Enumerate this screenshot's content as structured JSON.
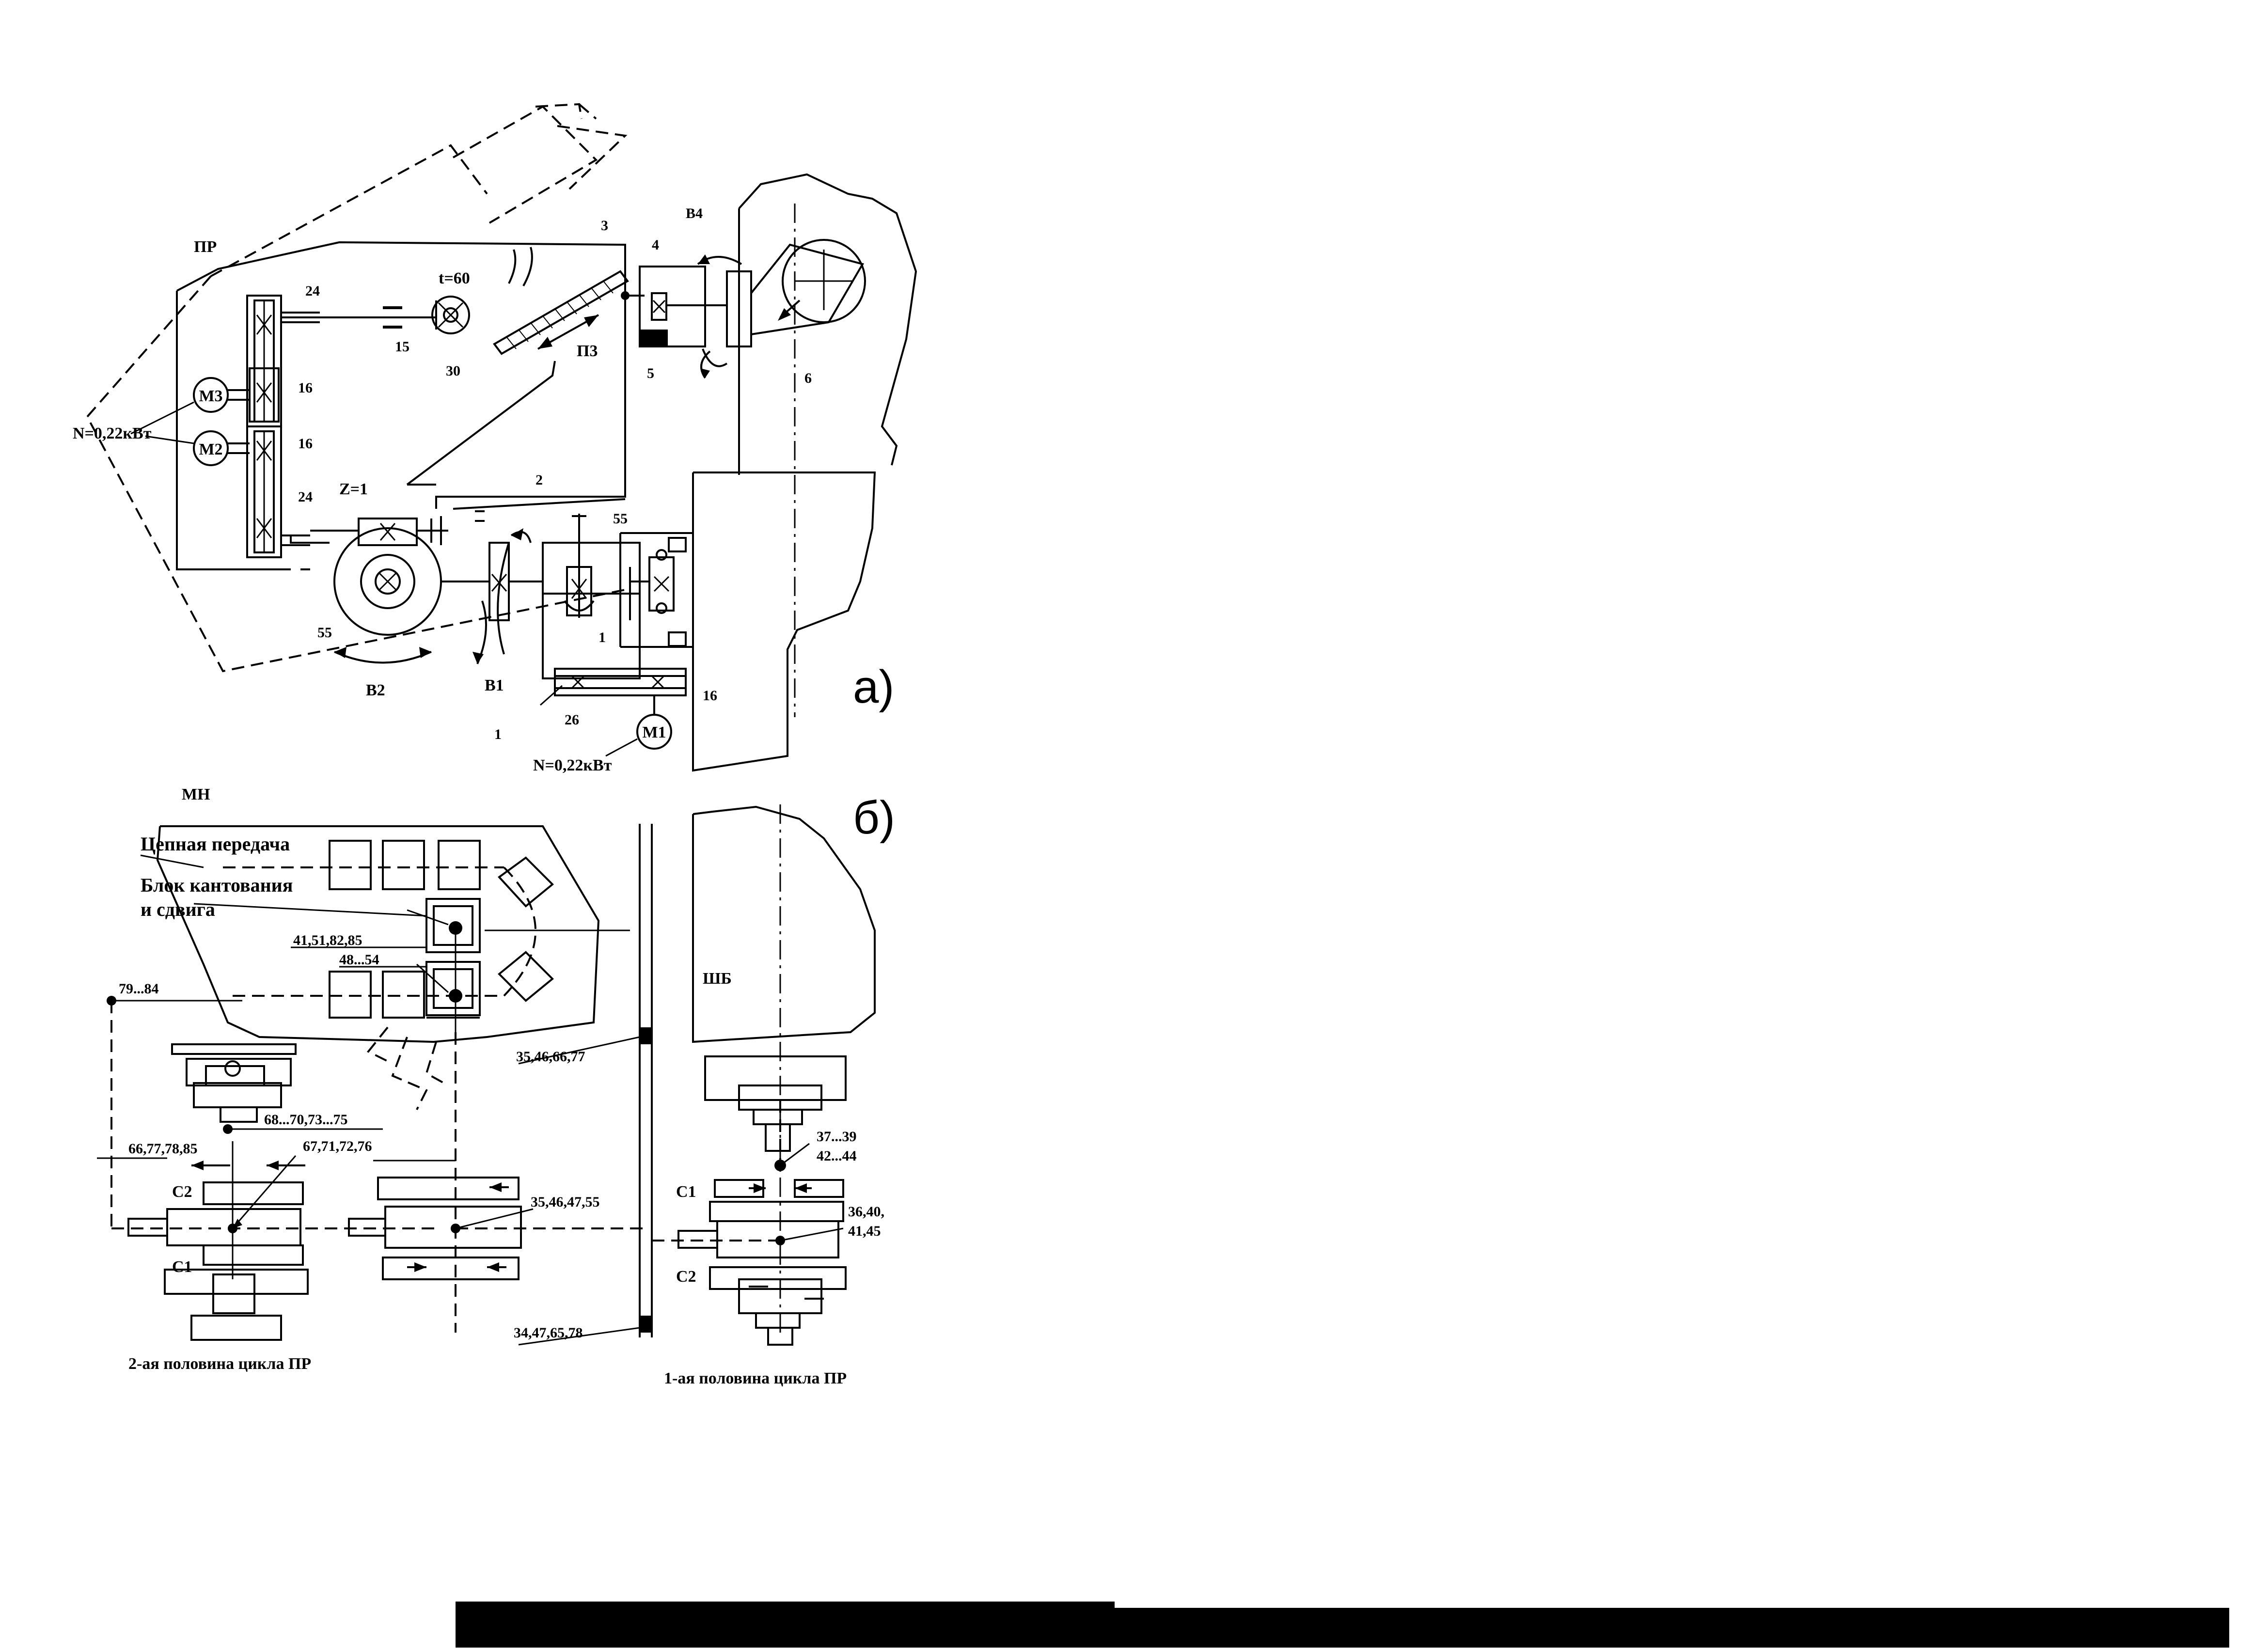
{
  "diagram": {
    "panel_a": {
      "panel_label": "а)",
      "labels": {
        "pr": "ПР",
        "n3": "3",
        "n4": "4",
        "b4": "В4",
        "t60": "t=60",
        "n24_top": "24",
        "n15": "15",
        "n30": "30",
        "p3": "П3",
        "n5": "5",
        "n6": "6",
        "m3": "М3",
        "n16_a": "16",
        "power_top": "N=0,22кВт",
        "m2": "М2",
        "n16_b": "16",
        "n24_bot": "24",
        "z1": "Z=1",
        "n2": "2",
        "n55_a": "55",
        "n55_b": "55",
        "n1_a": "1",
        "n1_b": "1",
        "b2": "В2",
        "b1": "В1",
        "n26": "26",
        "n16_c": "16",
        "m1": "М1",
        "power_bot": "N=0,22кВт"
      }
    },
    "panel_b": {
      "panel_label": "б)",
      "labels": {
        "mn": "МН",
        "chain": "Цепная передача",
        "block1": "Блок кантования",
        "block2": "и сдвига",
        "p41": "41,51,82,85",
        "p48": "48...54",
        "p79": "79...84",
        "shb": "ШБ",
        "p35a": "35,46,66,77",
        "p68": "68...70,73...75",
        "p66": "66,77,78,85",
        "p67": "67,71,72,76",
        "c2_left": "С2",
        "c1_left": "С1",
        "p35b": "35,46,47,55",
        "p37": "37...39",
        "p42": "42...44",
        "c1_right": "С1",
        "p36a": "36,40,",
        "p36b": "41,45",
        "c2_right": "С2",
        "p34": "34,47,65,78",
        "half2": "2-ая половина цикла ПР",
        "half1": "1-ая половина цикла ПР"
      }
    }
  },
  "colors": {
    "ink": "#000000",
    "paper": "#ffffff"
  }
}
